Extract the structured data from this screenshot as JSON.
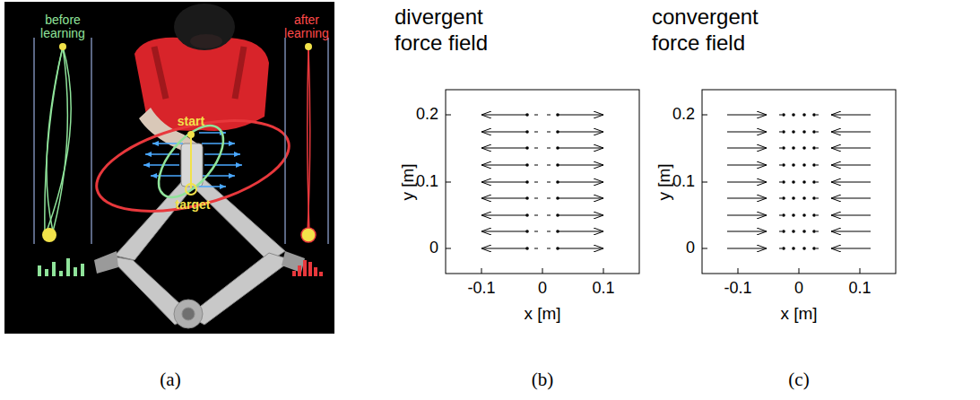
{
  "diagram": {
    "labels": [
      "before learning",
      "after learning",
      "start",
      "target",
      "divergent force field",
      "0.2",
      "0.1",
      "0",
      "y [m]",
      "-0.1",
      "0",
      "0.1",
      "x [m]",
      "convergent force field",
      "0.2",
      "0.1",
      "0",
      "y [m]",
      "-0.1",
      "0",
      "0.1",
      "x [m]",
      "(a)",
      "(b)",
      "(c)"
    ]
  }
}
